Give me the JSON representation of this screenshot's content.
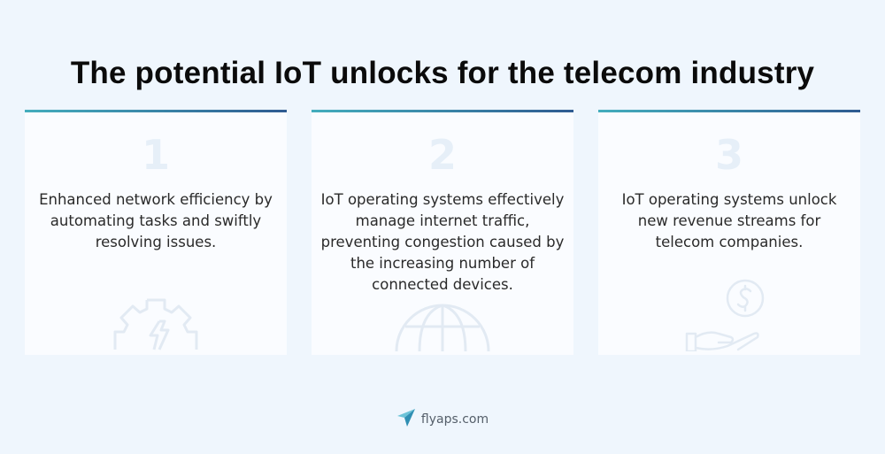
{
  "title": "The potential IoT unlocks for the telecom industry",
  "cards": [
    {
      "number": "1",
      "text": "Enhanced network efficiency by automating tasks and swiftly resolving issues.",
      "icon": "gear-lightning-icon"
    },
    {
      "number": "2",
      "text": "IoT operating systems effectively manage internet traffic, preventing congestion caused by the increasing number of connected devices.",
      "icon": "globe-icon"
    },
    {
      "number": "3",
      "text": "IoT operating systems unlock new revenue streams for telecom companies.",
      "icon": "hand-dollar-icon"
    }
  ],
  "footer": {
    "brand": "flyaps.com",
    "logo_icon": "paper-plane-icon"
  },
  "colors": {
    "background": "#eff6fd",
    "card": "#fafcff",
    "accent_start": "#44adbd",
    "accent_end": "#2f5b91",
    "logo": "#3aa3c4"
  }
}
